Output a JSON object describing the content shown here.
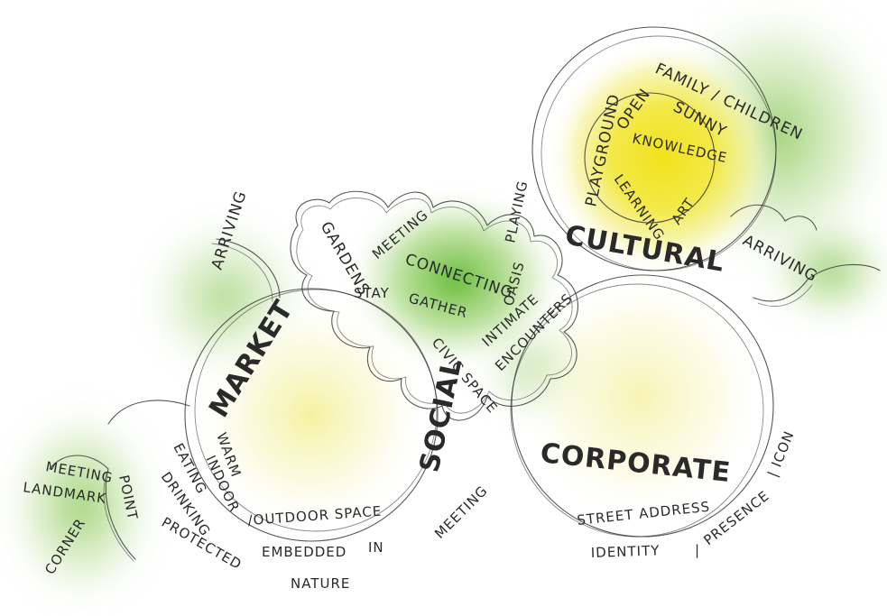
{
  "zones": {
    "market": {
      "title": "MARKET",
      "arriving": "ARRIVING",
      "warm": "WARM",
      "indoor": "INDOOR",
      "outdoor_space": "/OUTDOOR SPACE",
      "eating": "EATING",
      "drinking": "DRINKING",
      "protected": "PROTECTED",
      "embedded": "EMBEDDED",
      "in": "IN",
      "nature": "NATURE",
      "meeting": "MEETING"
    },
    "corner": {
      "meeting": "MEETING",
      "point": "POINT",
      "landmark": "LANDMARK",
      "corner": "CORNER"
    },
    "social": {
      "title": "SOCIAL",
      "gardens": "GARDENS",
      "meeting": "MEETING",
      "connecting": "CONNECTING",
      "playing": "PLAYING",
      "stay": "STAY",
      "gather": "GATHER",
      "oasis": "OASIS",
      "civic_space": "CIVIC SPACE",
      "intimate": "INTIMATE",
      "encounters": "ENCOUNTERS"
    },
    "cultural": {
      "title": "CULTURAL",
      "family": "FAMILY / CHILDREN",
      "playground": "PLAYGROUND",
      "open": "OPEN",
      "sunny": "SUNNY",
      "knowledge": "KNOWLEDGE",
      "learning": "LEARNING",
      "art": "ART",
      "arriving": "ARRIVING"
    },
    "corporate": {
      "title": "CORPORATE",
      "street_address": "STREET ADDRESS",
      "identity": "IDENTITY",
      "slash": "|",
      "presence": "PRESENCE",
      "icon": "| ICON"
    }
  },
  "colors": {
    "green": "#7bc043",
    "yellow": "#f4e62c",
    "pale_yellow": "#f7f7b8",
    "ink": "#2a2a2a"
  }
}
